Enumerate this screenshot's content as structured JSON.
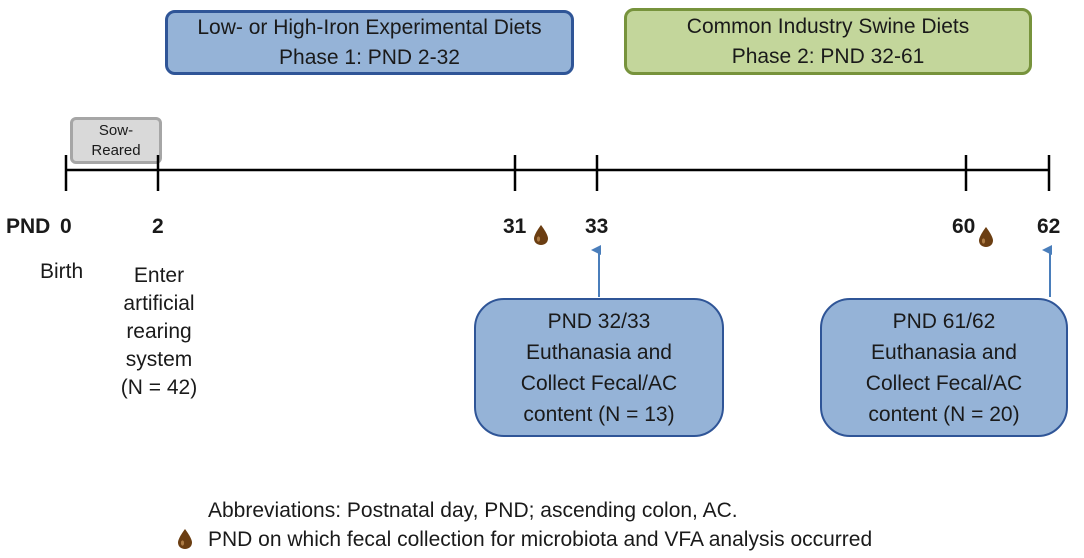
{
  "phase1": {
    "title": "Low- or High-Iron Experimental Diets",
    "subtitle": "Phase 1: PND 2-32",
    "fill": "#95b3d7",
    "border": "#2f5597"
  },
  "phase2": {
    "title": "Common Industry Swine Diets",
    "subtitle": "Phase 2: PND 32-61",
    "fill": "#c3d69b",
    "border": "#77933c"
  },
  "sow_reared": {
    "line1": "Sow-",
    "line2": "Reared"
  },
  "timeline": {
    "prefix": "PND",
    "ticks": [
      {
        "label": "0",
        "bold": true
      },
      {
        "label": "2",
        "bold": true
      },
      {
        "label": "31",
        "bold": true,
        "fecal_collection": true
      },
      {
        "label": "33",
        "bold": true
      },
      {
        "label": "60",
        "bold": true,
        "fecal_collection": true
      },
      {
        "label": "62",
        "bold": true
      }
    ]
  },
  "birth_label": "Birth",
  "rearing": {
    "lines": [
      "Enter",
      "artificial",
      "rearing",
      "system",
      "(N = 42)"
    ]
  },
  "euthanasia": [
    {
      "lines": [
        "PND 32/33",
        "Euthanasia and",
        "Collect Fecal/AC",
        "content (N = 13)"
      ]
    },
    {
      "lines": [
        "PND 61/62",
        "Euthanasia and",
        "Collect Fecal/AC",
        "content (N = 20)"
      ]
    }
  ],
  "footnote": {
    "abbreviations": "Abbreviations: Postnatal day, PND; ascending colon, AC.",
    "drop_legend": "PND on which fecal collection for microbiota and VFA analysis occurred",
    "drop_icon": "fecal-drop-icon",
    "drop_color": "#6b3e12"
  }
}
